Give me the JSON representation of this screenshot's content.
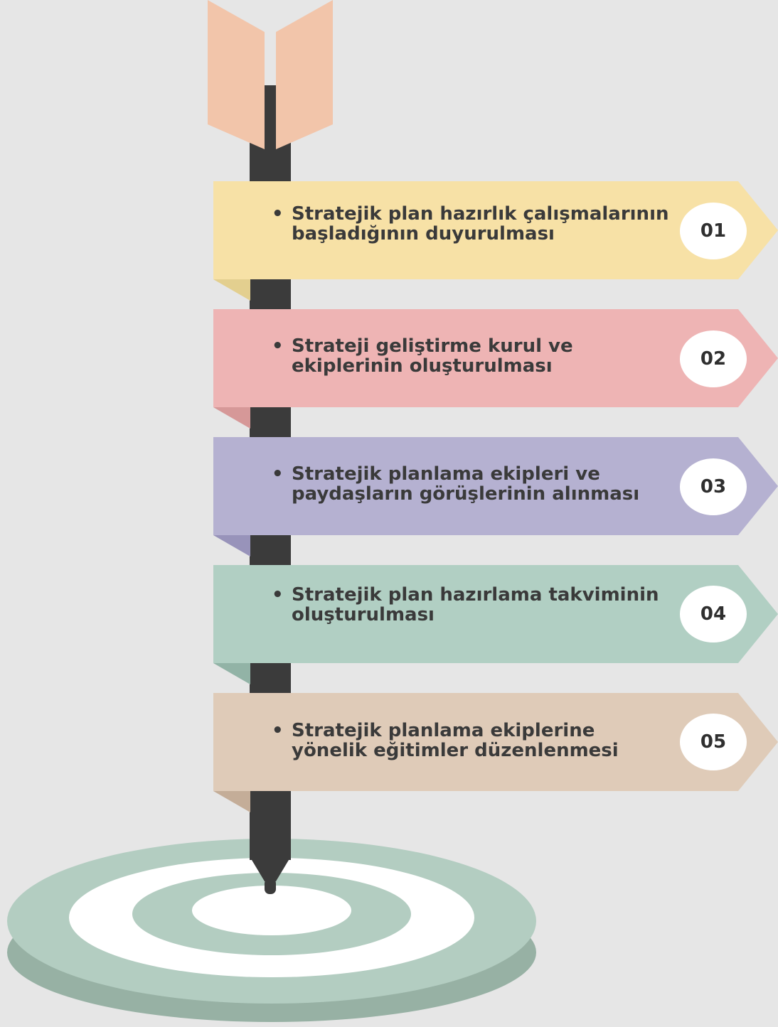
{
  "steps": [
    {
      "number": "01",
      "text": "Stratejik plan hazırlık çalışmalarının başladığının duyurulması",
      "color": "#f7e1a6",
      "fold_color": "#e3cf8f"
    },
    {
      "number": "02",
      "text": "Strateji geliştirme kurul ve ekiplerinin oluşturulması",
      "color": "#eeb4b4",
      "fold_color": "#d69898"
    },
    {
      "number": "03",
      "text": "Stratejik planlama ekipleri ve paydaşların görüşlerinin alınması",
      "color": "#b5b1d1",
      "fold_color": "#9893ba"
    },
    {
      "number": "04",
      "text": "Stratejik plan hazırlama takviminin oluşturulması",
      "color": "#b1cfc3",
      "fold_color": "#92b3a6"
    },
    {
      "number": "05",
      "text": "Stratejik planlama ekiplerine yönelik eğitimler düzenlenmesi",
      "color": "#dfcbb8",
      "fold_color": "#c4ad98"
    }
  ],
  "colors": {
    "background": "#e6e6e6",
    "shaft": "#3b3b3b",
    "fletching": "#f2c5aa",
    "target_green": "#b3cdc1",
    "target_shadow": "#97b1a4",
    "target_white": "#ffffff"
  }
}
